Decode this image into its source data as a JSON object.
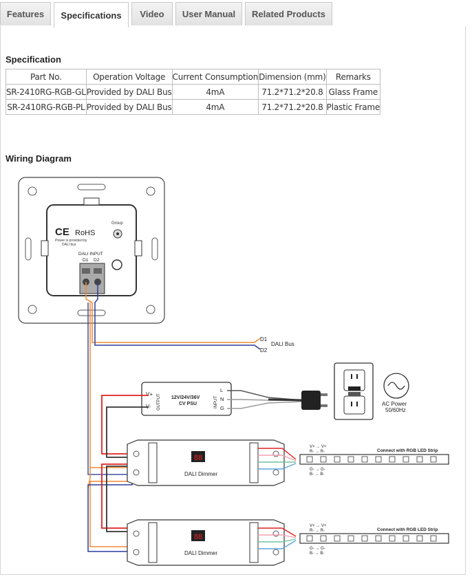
{
  "tabs": [
    {
      "label": "Features",
      "active": false
    },
    {
      "label": "Specifications",
      "active": true
    },
    {
      "label": "Video",
      "active": false
    },
    {
      "label": "User Manual",
      "active": false
    },
    {
      "label": "Related Products",
      "active": false
    }
  ],
  "spec": {
    "heading": "Specification",
    "columns": [
      "Part No.",
      "Operation Voltage",
      "Current Consumption",
      "Dimension (mm)",
      "Remarks"
    ],
    "rows": [
      [
        "SR-2410RG-RGB-GL",
        "Provided by DALI Bus",
        "4mA",
        "71.2*71.2*20.8",
        "Glass Frame"
      ],
      [
        "SR-2410RG-RGB-PL",
        "Provided by DALI Bus",
        "4mA",
        "71.2*71.2*20.8",
        "Plastic Frame"
      ]
    ]
  },
  "wiring": {
    "heading": "Wiring Diagram",
    "panel": {
      "ce_text": "CE",
      "rohs_text": "RoHS",
      "power_note_1": "Power is provided by",
      "power_note_2": "DALI bus",
      "group_label": "Group",
      "dali_input_label": "DALI INPUT",
      "d1": "D1",
      "d2": "D2"
    },
    "bus": {
      "d1": "D1",
      "d2": "D2",
      "label": "DALI Bus"
    },
    "psu": {
      "line1": "12V/24V/36V",
      "line2": "CV PSU",
      "v_plus": "V+",
      "v_minus": "V-",
      "output": "OUTPUT",
      "input": "INPUT",
      "l": "L",
      "n": "N",
      "g": "G"
    },
    "ac": {
      "line1": "AC Power",
      "line2": "50/60Hz"
    },
    "dimmer_label": "DALI Dimmer",
    "strip_label": "Connect with RGB LED Strip",
    "strip_legend": {
      "v": "V+  →  V+",
      "r": "R-  →  R-",
      "g": "G-  →  G-",
      "b": "B-  →  B-"
    }
  },
  "colors": {
    "red": "#e02020",
    "blue": "#2a3d9c",
    "orange": "#f08a30",
    "gray": "#9a9a9a",
    "dark": "#333333"
  }
}
